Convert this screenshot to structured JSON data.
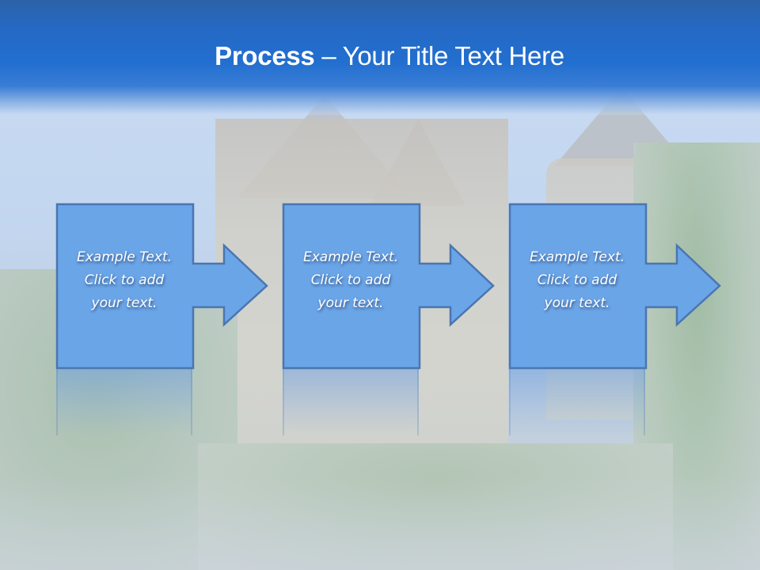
{
  "slide": {
    "title": {
      "bold": "Process",
      "rest": " – Your Title Text Here"
    },
    "steps": [
      {
        "text": "Example Text.\nClick  to add\nyour text."
      },
      {
        "text": "Example Text.\nClick  to add\nyour text."
      },
      {
        "text": "Example Text.\nClick  to add\nyour text."
      }
    ],
    "colors": {
      "header": "#226fd0",
      "box_fill": "#6aa5e8",
      "box_border": "#4a76b0",
      "text": "#ffffff"
    }
  }
}
